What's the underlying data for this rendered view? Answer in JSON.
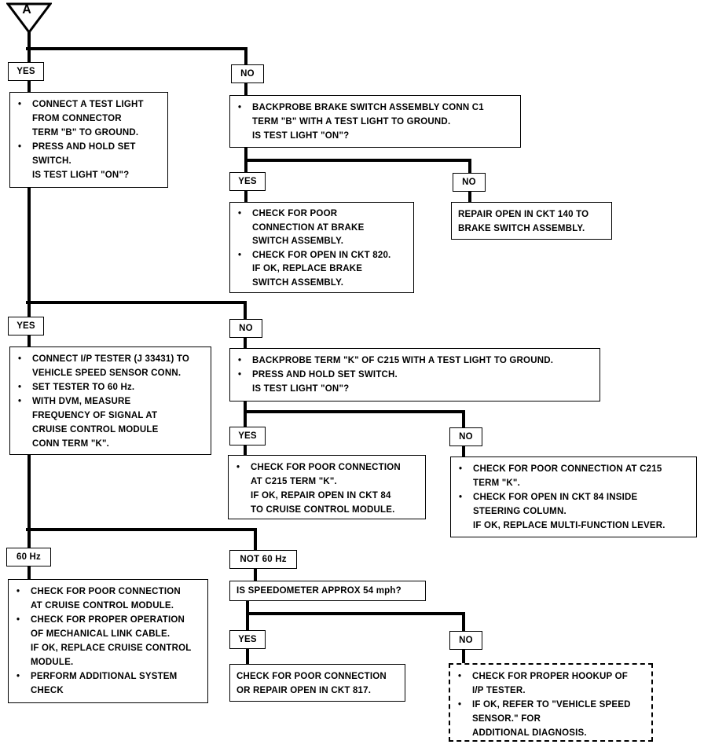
{
  "start": {
    "letter": "A"
  },
  "labels": {
    "yes": "YES",
    "no": "NO",
    "hz60": "60 Hz",
    "not60": "NOT 60 Hz"
  },
  "b1": {
    "items": [
      "CONNECT A TEST LIGHT\nFROM CONNECTOR\nTERM \"B\" TO GROUND.",
      "PRESS AND HOLD SET\nSWITCH."
    ],
    "question": "IS TEST LIGHT \"ON\"?"
  },
  "b2": {
    "items": [
      "BACKPROBE BRAKE SWITCH ASSEMBLY CONN C1\nTERM \"B\" WITH A TEST LIGHT TO GROUND."
    ],
    "question": "IS TEST LIGHT \"ON\"?"
  },
  "b3": {
    "items": [
      "CHECK FOR POOR\nCONNECTION AT BRAKE\nSWITCH ASSEMBLY.",
      "CHECK FOR OPEN IN CKT 820.\nIF OK, REPLACE BRAKE\nSWITCH ASSEMBLY."
    ]
  },
  "b4": {
    "text": "REPAIR OPEN IN CKT 140 TO\nBRAKE SWITCH ASSEMBLY."
  },
  "b5": {
    "items": [
      "CONNECT I/P TESTER (J 33431) TO\nVEHICLE SPEED SENSOR CONN.",
      "SET TESTER TO 60 Hz.",
      "WITH DVM, MEASURE\nFREQUENCY OF SIGNAL AT\nCRUISE CONTROL MODULE\nCONN TERM \"K\"."
    ]
  },
  "b6": {
    "items": [
      "BACKPROBE TERM \"K\" OF C215 WITH A TEST LIGHT TO GROUND.",
      "PRESS AND HOLD SET SWITCH."
    ],
    "question": "IS TEST LIGHT \"ON\"?"
  },
  "b7": {
    "items": [
      "CHECK FOR POOR CONNECTION\nAT C215 TERM \"K\"."
    ],
    "note": "IF OK, REPAIR OPEN IN CKT 84\nTO CRUISE CONTROL MODULE."
  },
  "b8": {
    "items": [
      "CHECK FOR POOR CONNECTION AT C215\nTERM \"K\".",
      "CHECK FOR OPEN IN CKT 84 INSIDE\nSTEERING COLUMN.\nIF OK, REPLACE MULTI-FUNCTION LEVER."
    ]
  },
  "b9": {
    "items": [
      "CHECK FOR POOR CONNECTION\nAT CRUISE CONTROL MODULE.",
      "CHECK FOR PROPER OPERATION\nOF MECHANICAL LINK CABLE.\nIF OK, REPLACE CRUISE CONTROL\nMODULE.",
      "PERFORM ADDITIONAL SYSTEM\nCHECK"
    ]
  },
  "b10": {
    "text": "IS SPEEDOMETER APPROX 54 mph?"
  },
  "b11": {
    "text": "CHECK FOR POOR CONNECTION\nOR REPAIR OPEN IN CKT 817."
  },
  "b12": {
    "items": [
      "CHECK FOR PROPER HOOKUP OF\nI/P TESTER.",
      "IF OK, REFER TO \"VEHICLE SPEED\nSENSOR.\"                    FOR\nADDITIONAL DIAGNOSIS."
    ]
  }
}
